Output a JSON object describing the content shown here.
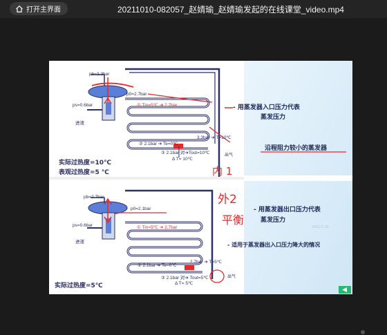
{
  "window": {
    "home_label": "打开主界面",
    "title": "20211010-082057_赵婧瑜_赵婧瑜发起的在线课堂_video.mp4"
  },
  "colors": {
    "topbar": "#242424",
    "background": "#1b1b1b",
    "slide_bg": "#ffffff",
    "pipe_dark": "#2b2f66",
    "red_ink": "#e52a2a",
    "diagram_blue": "#5b7fd8",
    "side_panel": "#dceefa",
    "play_green": "#2bb673"
  },
  "slide": {
    "top": {
      "pb": "pb=3.3bar",
      "p0": "p0=2.7bar",
      "ps": "ps=0.6bar",
      "liquid_in": "进液",
      "tin": "① Tin=5℃ ➔ 2.7bar",
      "mid": "② 2.1bar ➔ Te=0℃",
      "bottom": "③ 2.1bar 对➔Tout=10℃",
      "delta": "Δ T= 10℃",
      "right": "3.3bar ➔ T=10℃",
      "sup_actual": "实际过热度=10℃",
      "sup_apparent": "表观过热度=5 ℃",
      "hand_note": "内 1",
      "annotation_1a": "- 用蒸发器入口压力代表",
      "annotation_1b": "蒸发压力",
      "annotation_2": "沿程阻力较小的蒸发器"
    },
    "bottom": {
      "pb": "pb=2.7bar",
      "p0": "p0=2.1bar",
      "ps": "ps=0.6bar",
      "liquid_in": "进液",
      "tin": "① Tin=5℃ ➔ 2.7bar",
      "mid": "② 2.1bar ➔ Te=0℃",
      "bottom": "③ 2.1bar 对➔ Tout=5℃",
      "delta": "Δ T= 5℃",
      "right": "2.7bar ➔ T=5℃",
      "outlet": "出气",
      "sup_actual": "实际过热度=5℃",
      "hand_note_1": "外2",
      "hand_note_2": "平衡",
      "annotation_1a": "- 用蒸发器出口压力代表",
      "annotation_1b": "蒸发压力",
      "annotation_2": "- 适用于蒸发器出入口压力降大的情况",
      "faint_date": "2020.11.25"
    },
    "top_outlet": "出气"
  }
}
